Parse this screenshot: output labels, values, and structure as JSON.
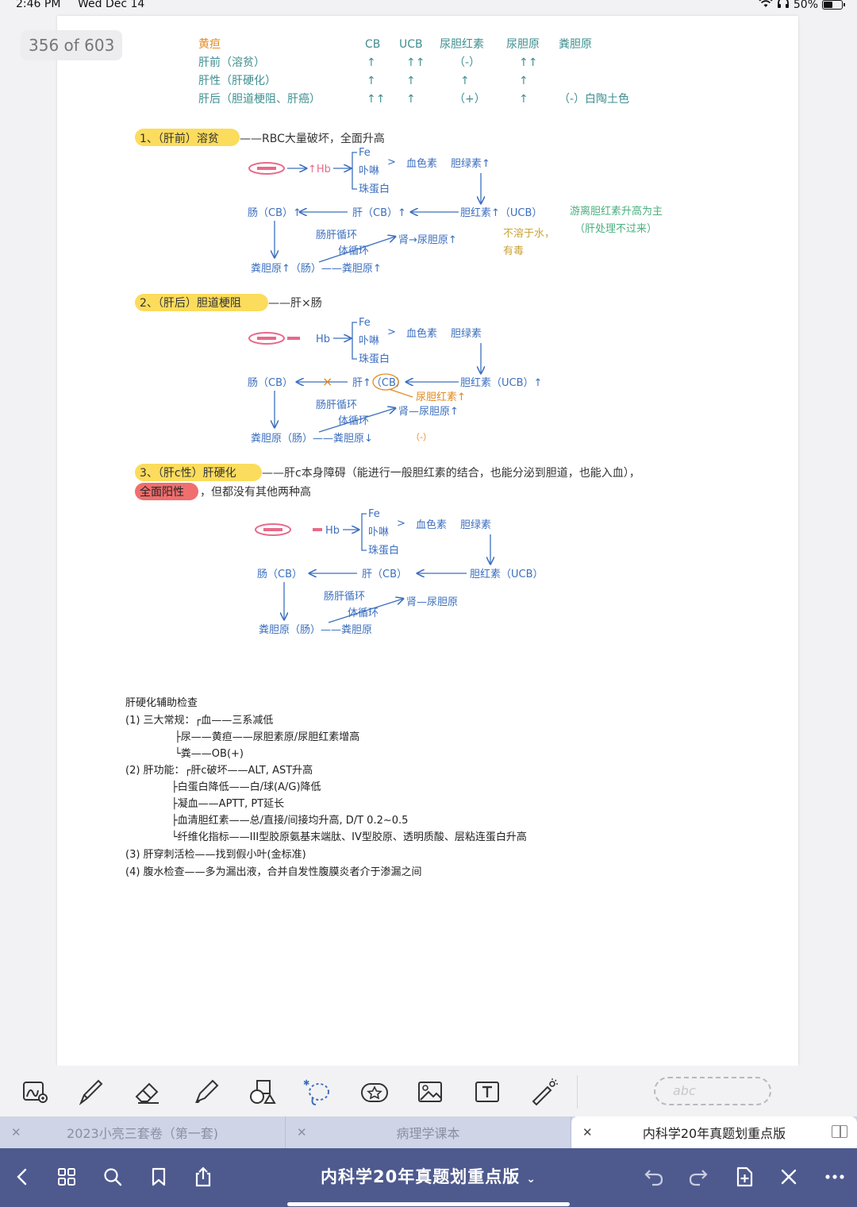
{
  "status": {
    "time": "2:46 PM",
    "date": "Wed Dec 14",
    "battery": "50%",
    "battery_level": 0.5
  },
  "page_counter": "356 of 603",
  "note": {
    "table": {
      "headers": [
        "黄疸",
        "CB",
        "UCB",
        "尿胆红素",
        "尿胆原",
        "粪胆原"
      ],
      "rows": [
        {
          "label": "肝前（溶贫）",
          "cb": "↑",
          "ucb": "↑↑",
          "urine_bili": "（-）",
          "urobilinogen": "↑↑",
          "stool": ""
        },
        {
          "label": "肝性（肝硬化）",
          "cb": "↑",
          "ucb": "↑",
          "urine_bili": "↑",
          "urobilinogen": "↑",
          "stool": ""
        },
        {
          "label": "肝后（胆道梗阻、肝癌）",
          "cb": "↑↑",
          "ucb": "↑",
          "urine_bili": "（+）",
          "urobilinogen": "↑",
          "stool": "（-）白陶土色"
        }
      ]
    },
    "section1": {
      "heading": "1、（肝前）溶贫",
      "suffix": "——RBC大量破坏，全面升高",
      "top": {
        "hb": "↑Hb",
        "fe": "Fe",
        "porphyrin": "卟啉",
        "globin": "珠蛋白",
        "heme": "血色素",
        "biliverdin": "胆绿素↑"
      },
      "intestine": "肠（CB）↑",
      "liver": "肝（CB）↑",
      "bilirubin": "胆红素↑（UCB）",
      "note_green": "游离胆红素升高为主",
      "note_green2": "（肝处理不过来）",
      "note_yellow1": "不溶于水，",
      "note_yellow2": "有毒",
      "enterohepatic": "肠肝循环",
      "systemic": "体循环",
      "kidney": "肾→尿胆原↑",
      "stool": "粪胆原↑（肠）——粪胆原↑"
    },
    "section2": {
      "heading": "2、（肝后）胆道梗阻",
      "suffix": "——肝×肠",
      "fe": "Fe",
      "hb": "Hb",
      "porphyrin": "卟啉",
      "globin": "珠蛋白",
      "heme": "血色素",
      "biliverdin": "胆绿素",
      "intestine": "肠（CB）",
      "x_mark": "×",
      "liver": "肝↑（CB）",
      "bilirubin": "胆红素（UCB）↑",
      "urine_bili": "尿胆红素↑",
      "kidney": "肾—尿胆原↑",
      "enterohepatic": "肠肝循环",
      "systemic": "体循环",
      "stool": "粪胆原（肠）——粪胆原↓",
      "neg": "（-）"
    },
    "section3": {
      "heading": "3、（肝c性）肝硬化",
      "suffix": "——肝c本身障碍（能进行一般胆红素的结合，也能分泌到胆道，也能入血），",
      "badge": "全面阳性",
      "line2": "，但都没有其他两种高",
      "fe": "Fe",
      "hb": "Hb",
      "porphyrin": "卟啉",
      "globin": "珠蛋白",
      "heme": "血色素",
      "biliverdin": "胆绿素",
      "intestine": "肠（CB）",
      "liver": "肝（CB）",
      "bilirubin": "胆红素（UCB）",
      "enterohepatic": "肠肝循环",
      "systemic": "体循环",
      "kidney": "肾—尿胆原",
      "stool": "粪胆原（肠）——粪胆原"
    },
    "exam": {
      "title": "肝硬化辅助检查",
      "lines": [
        "(1) 三大常规：┌血——三系减低",
        "               ├尿——黄疸——尿胆素原/尿胆红素增高",
        "               └粪——OB(+)",
        "(2) 肝功能：┌肝c破坏——ALT, AST升高",
        "              ├白蛋白降低——白/球(A/G)降低",
        "              ├凝血——APTT, PT延长",
        "              ├血清胆红素——总/直接/间接均升高, D/T 0.2~0.5",
        "              └纤维化指标——III型胶原氨基末端肽、IV型胶原、透明质酸、层粘连蛋白升高",
        "(3) 肝穿刺活检——找到假小叶(金标准)",
        "(4) 腹水检查——多为漏出液，合并自发性腹膜炎者介于渗漏之间"
      ]
    }
  },
  "toolbar": {
    "tools": [
      "lasso-zoom",
      "pen",
      "eraser",
      "highlighter",
      "shapes",
      "lasso",
      "sticker",
      "image",
      "text",
      "laser"
    ],
    "abc_placeholder": "abc"
  },
  "tabs": [
    {
      "label": "2023小亮三套卷（第一套)",
      "active": false
    },
    {
      "label": "病理学课本",
      "active": false
    },
    {
      "label": "内科学20年真题划重点版",
      "active": true
    }
  ],
  "nav": {
    "title": "内科学20年真题划重点版",
    "chevron": "⌄"
  },
  "colors": {
    "nav_bg": "#4e5a8e",
    "highlight_yellow": "#fbdc5c",
    "highlight_red": "#f06e6e",
    "diagram_blue": "#3c6fbf",
    "table_teal": "#3f8f90",
    "note_orange": "#e28a20",
    "note_green": "#4caf80"
  }
}
